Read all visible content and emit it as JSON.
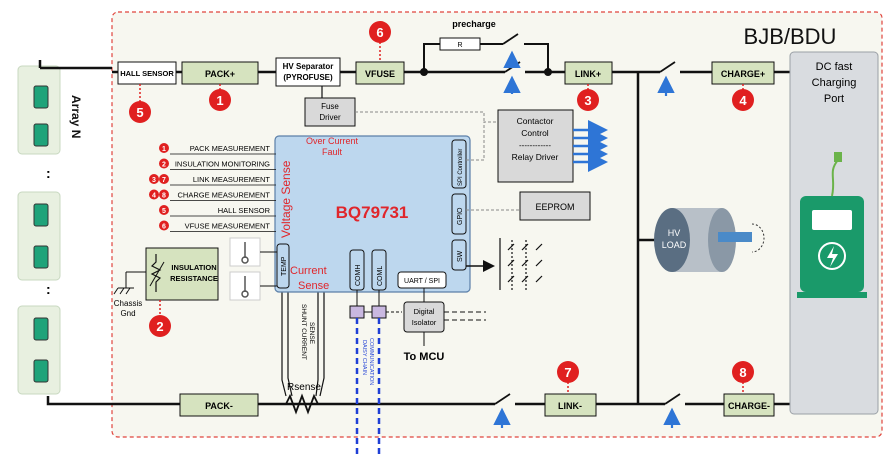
{
  "title": "BJB/BDU",
  "array_label": "Array N",
  "ellipsis": ":",
  "components": {
    "hall_sensor": "HALL SENSOR",
    "pack_plus": "PACK+",
    "hv_separator": [
      "HV Separator",
      "(PYROFUSE)"
    ],
    "vfuse": "VFUSE",
    "precharge": "precharge",
    "resistor_r": "R",
    "link_plus": "LINK+",
    "charge_plus": "CHARGE+",
    "fuse_driver": [
      "Fuse",
      "Driver"
    ],
    "over_current": [
      "Over Current",
      "Fault"
    ],
    "contactor_control": [
      "Contactor",
      "Control",
      "------------",
      "Relay Driver"
    ],
    "eeprom": "EEPROM",
    "chip_name": "BQ79731",
    "voltage_sense": "Voltage Sense",
    "current_sense": [
      "Current",
      "Sense"
    ],
    "spi_controller": "SPI Controller",
    "gpio": "GPIO",
    "sw": "SW",
    "temp": "TEMP",
    "comh": "COMH",
    "coml": "COML",
    "uart_spi": "UART / SPI",
    "digital_isolator": [
      "Digital",
      "Isolator"
    ],
    "to_mcu": "To MCU",
    "insulation_resistance": [
      "INSULATION",
      "RESISTANCE"
    ],
    "chassis_gnd": [
      "Chassis",
      "Gnd"
    ],
    "shunt_current_sense": [
      "SHUNT CURRENT",
      "SENSE"
    ],
    "rsense": "Rsense",
    "daisy_chain": [
      "DAISY CHAIN",
      "COMMUNICATION"
    ],
    "pack_minus": "PACK-",
    "link_minus": "LINK-",
    "charge_minus": "CHARGE-",
    "hv_load": [
      "HV",
      "LOAD"
    ],
    "fast_charging": [
      "DC fast",
      "Charging",
      "Port"
    ]
  },
  "measurements": [
    {
      "badges": [
        "1"
      ],
      "label": "PACK MEASUREMENT"
    },
    {
      "badges": [
        "2"
      ],
      "label": "INSULATION MONITORING"
    },
    {
      "badges": [
        "3",
        "7"
      ],
      "label": "LINK MEASUREMENT"
    },
    {
      "badges": [
        "4",
        "8"
      ],
      "label": "CHARGE MEASUREMENT"
    },
    {
      "badges": [
        "5"
      ],
      "label": "HALL SENSOR"
    },
    {
      "badges": [
        "6"
      ],
      "label": "VFUSE MEASUREMENT"
    }
  ],
  "badges": [
    "1",
    "2",
    "3",
    "4",
    "5",
    "6",
    "7",
    "8"
  ],
  "colors": {
    "box_green": "#d6e3bf",
    "chip_blue": "#bdd7ee",
    "sense_red": "#e0262b",
    "badge_red": "#e02020",
    "gray_box": "#d9d9d9",
    "arrow_blue": "#2e75d6",
    "border_red": "#e0443c",
    "bg_fill": "#f7f7f0"
  }
}
